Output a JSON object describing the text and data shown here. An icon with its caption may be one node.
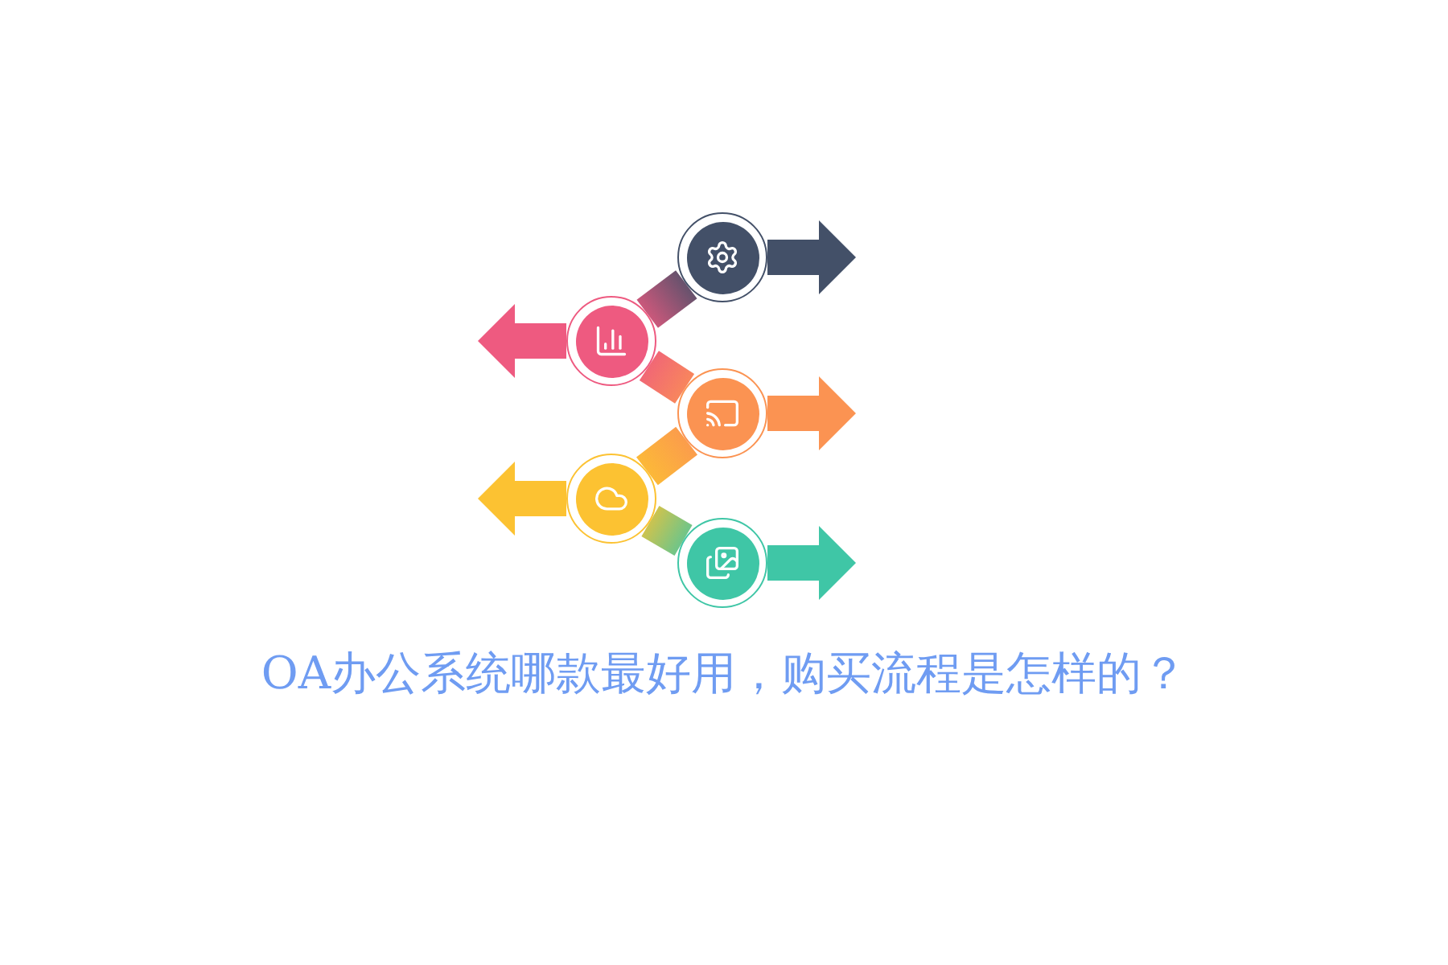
{
  "diagram": {
    "nodes": [
      {
        "text": [],
        "shape": "circle"
      },
      {
        "text": [],
        "shape": "circle"
      },
      {
        "text": [],
        "shape": "circle"
      },
      {
        "text": [],
        "shape": "circle"
      },
      {
        "text": [],
        "shape": "circle"
      }
    ],
    "edges": [
      {
        "from": 0,
        "to": 1,
        "arrow": "none",
        "style": "thick"
      },
      {
        "from": 1,
        "to": 2,
        "arrow": "none",
        "style": "thick"
      },
      {
        "from": 2,
        "to": 3,
        "arrow": "none",
        "style": "thick"
      },
      {
        "from": 3,
        "to": 4,
        "arrow": "none",
        "style": "thick"
      },
      {
        "from": 0,
        "to": null,
        "arrow": "to",
        "style": "thick",
        "color": "#435068"
      },
      {
        "from": 1,
        "to": null,
        "arrow": "to",
        "style": "thick",
        "color": "#ee5a80"
      },
      {
        "from": 2,
        "to": null,
        "arrow": "to",
        "style": "thick",
        "color": "#fb9352"
      },
      {
        "from": 3,
        "to": null,
        "arrow": "to",
        "style": "thick",
        "color": "#fcc232"
      },
      {
        "from": 4,
        "to": null,
        "arrow": "to",
        "style": "thick",
        "color": "#3fc6a6"
      }
    ],
    "labels": [
      "OA办公系统哪款最好用，购买流程是怎样的？"
    ]
  }
}
